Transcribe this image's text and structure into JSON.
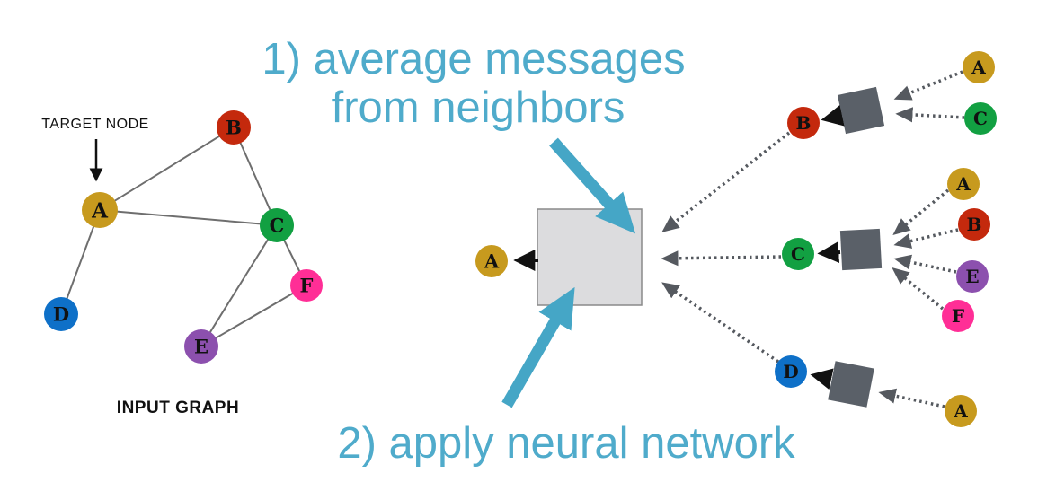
{
  "captions": {
    "step1_line1": "1) average messages",
    "step1_line2": "from neighbors",
    "step2": "2) apply neural network",
    "target_node": "TARGET NODE",
    "input_graph": "INPUT GRAPH"
  },
  "node_labels": {
    "a": "A",
    "b": "B",
    "c": "C",
    "d": "D",
    "e": "E",
    "f": "F"
  },
  "colors": {
    "teal_text": "#4fabcb",
    "teal_arrow": "#45a6c6",
    "node_a": "#c79a1e",
    "node_b": "#c4290d",
    "node_c": "#12a042",
    "node_d": "#0e70c8",
    "node_e": "#8c50ae",
    "node_f": "#ff2e96",
    "agg_box": "#5a6068",
    "nn_box_fill": "#dcdcde",
    "nn_box_border": "#8a8a8a",
    "edge_gray": "#6e6e6e",
    "dotted_gray": "#55595f",
    "black": "#111111"
  },
  "input_graph": {
    "nodes": [
      "A",
      "B",
      "C",
      "D",
      "E",
      "F"
    ],
    "edges": [
      "A-B",
      "A-C",
      "A-D",
      "B-C",
      "C-E",
      "C-F",
      "E-F"
    ],
    "target": "A"
  },
  "center": {
    "output_node": "A"
  },
  "aggregations": [
    {
      "target": "B",
      "sources": [
        "A",
        "C"
      ]
    },
    {
      "target": "C",
      "sources": [
        "A",
        "B",
        "E",
        "F"
      ]
    },
    {
      "target": "D",
      "sources": [
        "A"
      ]
    }
  ]
}
